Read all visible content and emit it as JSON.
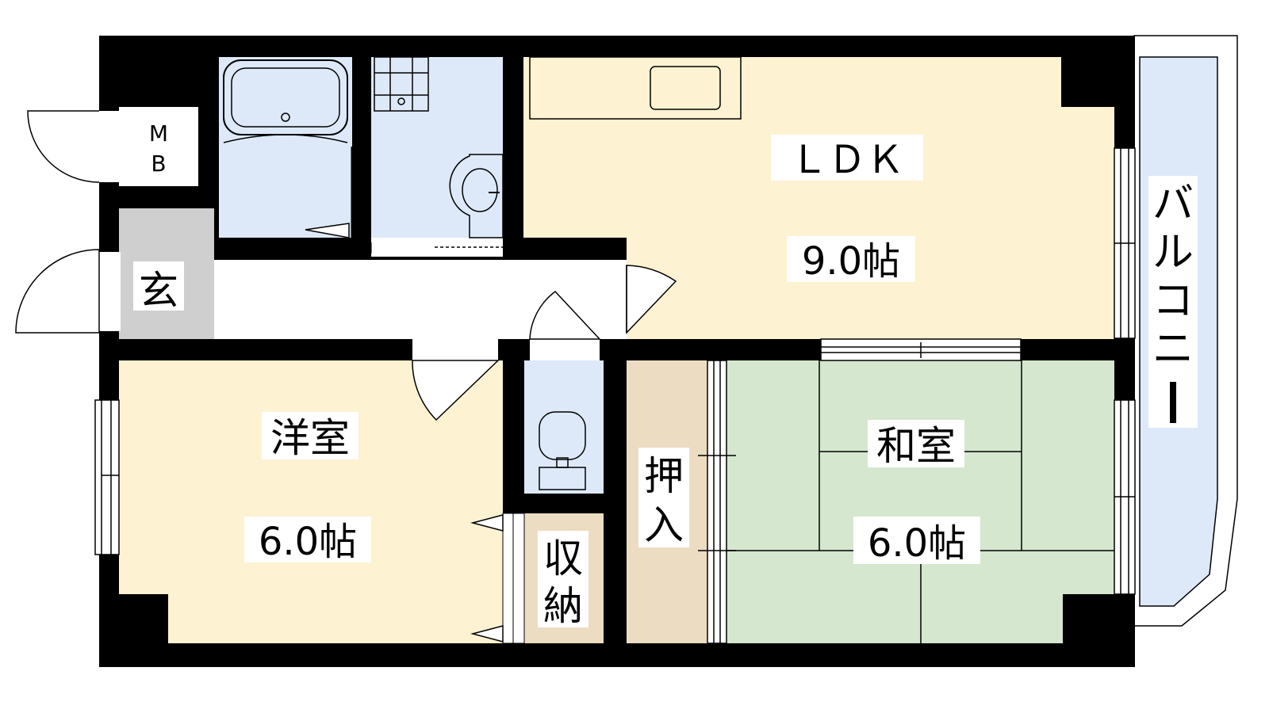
{
  "floorplan": {
    "rooms": {
      "ldk": {
        "name": "ＬＤＫ",
        "size": "9.0帖"
      },
      "western": {
        "name": "洋室",
        "size": "6.0帖"
      },
      "japanese": {
        "name": "和室",
        "size": "6.0帖"
      },
      "entrance": {
        "name": "玄"
      },
      "closet": {
        "name_line1": "収",
        "name_line2": "納"
      },
      "oshiire": {
        "name_line1": "押",
        "name_line2": "入"
      },
      "mb": {
        "line1": "M",
        "line2": "B"
      },
      "balcony": {
        "chars": [
          "バ",
          "ル",
          "コ",
          "ニ",
          "ー"
        ]
      }
    },
    "colors": {
      "wall": "#000000",
      "ldk_floor": "#fdf2d2",
      "western_floor": "#fdf2d2",
      "wet_area": "#dde9f9",
      "japanese_floor": "#d5e7cf",
      "oshiire_floor": "#ecdcc2",
      "entrance_floor": "#cfcfcf",
      "balcony": "#dde9f9"
    }
  }
}
